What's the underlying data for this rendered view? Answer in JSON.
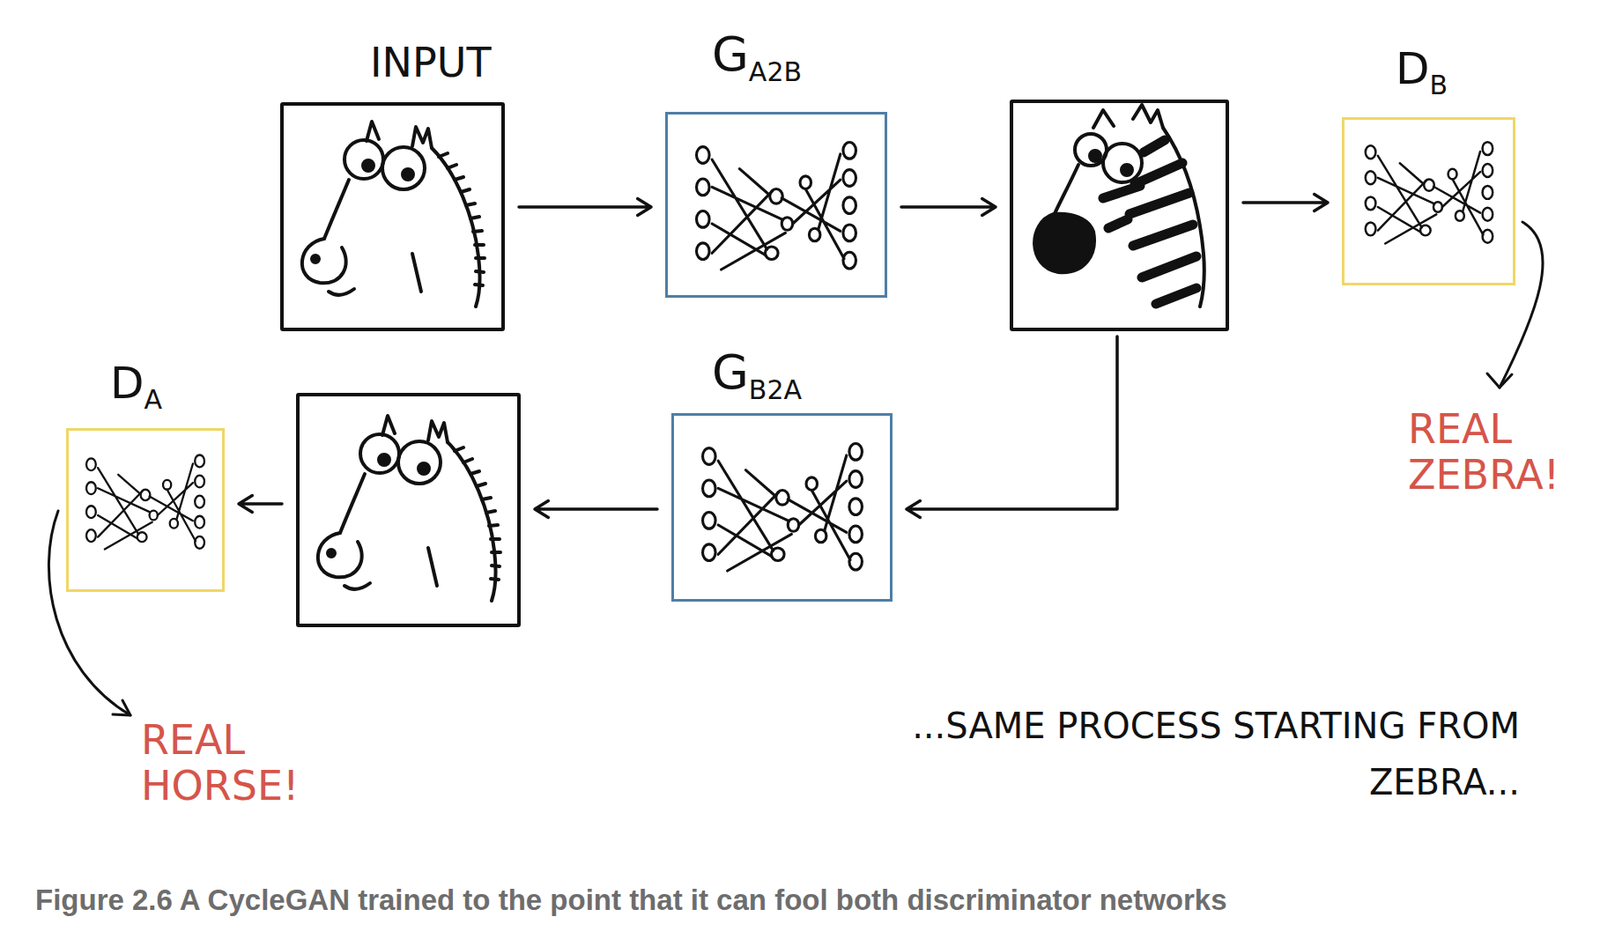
{
  "diagram": {
    "caption": "Figure 2.6 A CycleGAN trained to the point that it can fool both discriminator networks",
    "nodes": [
      {
        "text": [
          "INPUT"
        ]
      },
      {
        "text": [
          "G",
          "A2B"
        ]
      },
      {
        "text": []
      },
      {
        "text": [
          "D",
          "B"
        ]
      },
      {
        "text": [
          "D",
          "A"
        ]
      },
      {
        "text": []
      },
      {
        "text": [
          "G",
          "B2A"
        ]
      }
    ],
    "edges": [
      {
        "from": 0,
        "to": 1,
        "arrow": "to"
      },
      {
        "from": 1,
        "to": 2,
        "arrow": "to"
      },
      {
        "from": 2,
        "to": 3,
        "arrow": "to"
      },
      {
        "from": 2,
        "to": 6,
        "arrow": "to"
      },
      {
        "from": 6,
        "to": 5,
        "arrow": "to"
      },
      {
        "from": 5,
        "to": 4,
        "arrow": "to"
      }
    ],
    "labels": [
      "REAL ZEBRA!",
      "REAL HORSE!",
      "...SAME PROCESS STARTING FROM ZEBRA..."
    ]
  }
}
